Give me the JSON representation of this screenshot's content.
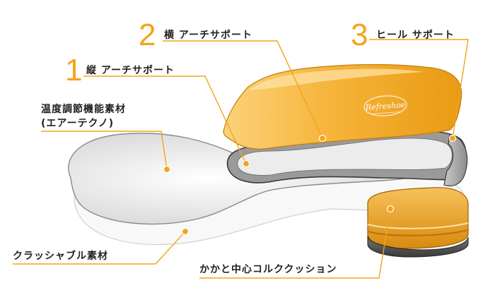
{
  "colors": {
    "accent": "#f2a51a",
    "insole_orange": "#f5b233",
    "leader_line": "#f2a51a",
    "text": "#222222"
  },
  "callouts": [
    {
      "number": "1",
      "label": "縦 アーチサポート"
    },
    {
      "number": "2",
      "label": "横 アーチサポート"
    },
    {
      "number": "3",
      "label": "ヒール サポート"
    }
  ],
  "materials": {
    "temperature_material_line1": "温度調節機能素材",
    "temperature_material_line2": "(エアーテクノ)",
    "crushable_material": "クラッシャブル素材",
    "heel_cork": "かかと中心コルククッション"
  },
  "logo": {
    "text": "Refreshoe"
  }
}
